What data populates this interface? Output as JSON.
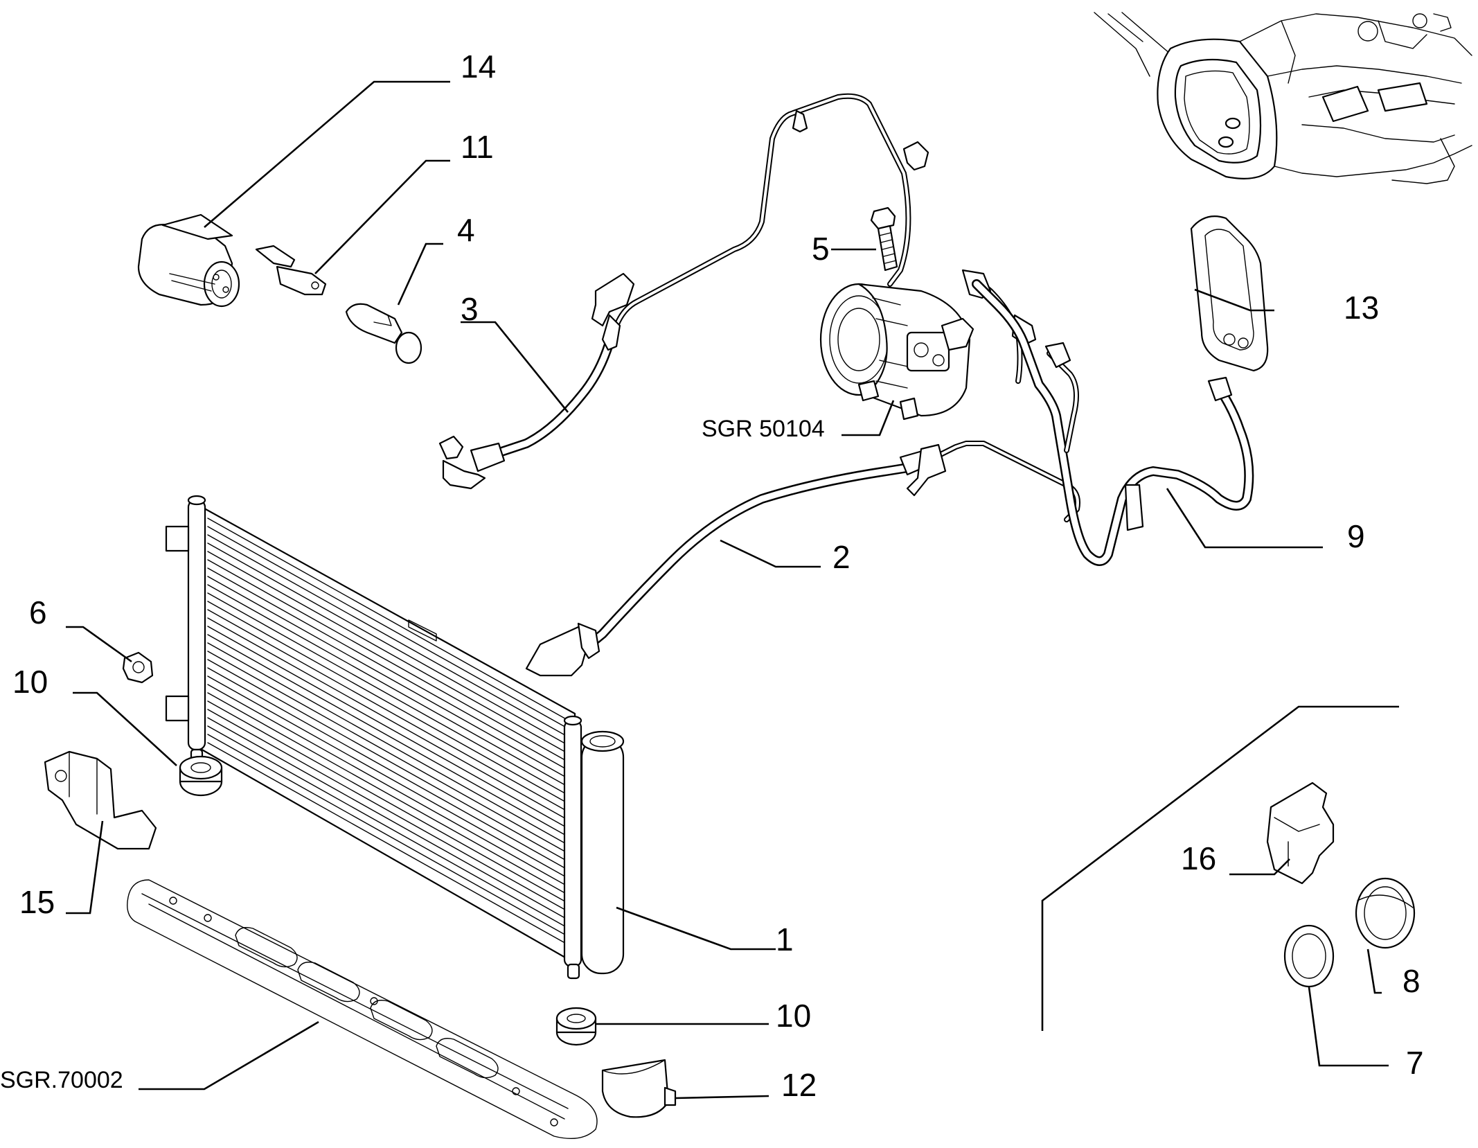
{
  "callouts": {
    "c1": "1",
    "c2": "2",
    "c3": "3",
    "c4": "4",
    "c5": "5",
    "c6": "6",
    "c7": "7",
    "c8": "8",
    "c9": "9",
    "c10a": "10",
    "c10b": "10",
    "c11": "11",
    "c12": "12",
    "c13": "13",
    "c14": "14",
    "c15": "15",
    "c16": "16"
  },
  "references": {
    "compressor": "SGR 50104",
    "crossmember": "SGR.70002"
  }
}
